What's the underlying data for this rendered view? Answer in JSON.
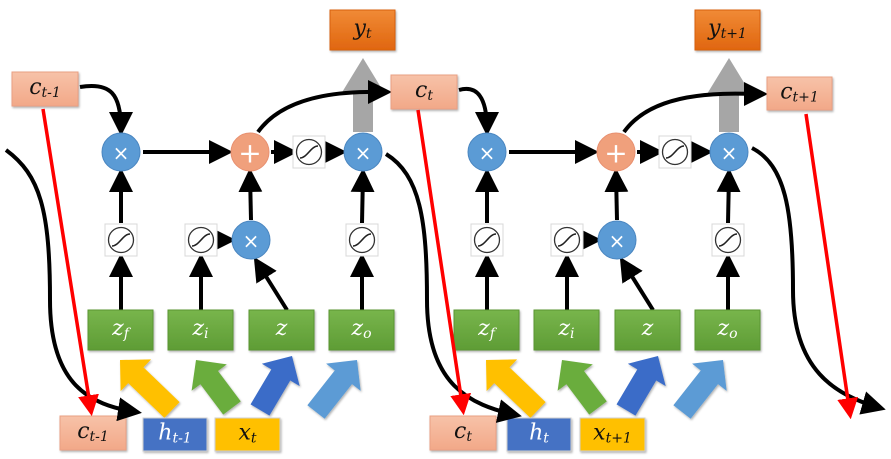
{
  "title": "LSTM unrolled over two time steps",
  "colors": {
    "cell_state_box": "#f4b498",
    "output_box": "#e8731f",
    "gate_box": "#6aa840",
    "mult_node": "#5b9bd5",
    "add_node": "#f0a07c",
    "h_box": "#4472c4",
    "x_box": "#ffc000",
    "red_line": "#ff0000",
    "gray_arrow": "#a6a6a6"
  },
  "cells": [
    {
      "prev_cell_top": {
        "base": "c",
        "sub": "t-1"
      },
      "output": {
        "base": "y",
        "sub": "t"
      },
      "gates": [
        {
          "base": "z",
          "sub": "f"
        },
        {
          "base": "z",
          "sub": "i"
        },
        {
          "base": "z",
          "sub": ""
        },
        {
          "base": "z",
          "sub": "o"
        }
      ],
      "inputs": {
        "cell": {
          "base": "c",
          "sub": "t-1"
        },
        "hidden": {
          "base": "h",
          "sub": "t-1"
        },
        "x": {
          "base": "x",
          "sub": "t"
        }
      }
    },
    {
      "prev_cell_top": {
        "base": "c",
        "sub": "t"
      },
      "output": {
        "base": "y",
        "sub": "t+1"
      },
      "gates": [
        {
          "base": "z",
          "sub": "f"
        },
        {
          "base": "z",
          "sub": "i"
        },
        {
          "base": "z",
          "sub": ""
        },
        {
          "base": "z",
          "sub": "o"
        }
      ],
      "inputs": {
        "cell": {
          "base": "c",
          "sub": "t"
        },
        "hidden": {
          "base": "h",
          "sub": "t"
        },
        "x": {
          "base": "x",
          "sub": "t+1"
        }
      }
    }
  ],
  "final_cell_top": {
    "base": "c",
    "sub": "t+1"
  },
  "symbols": {
    "mult": "×",
    "add": "+"
  }
}
